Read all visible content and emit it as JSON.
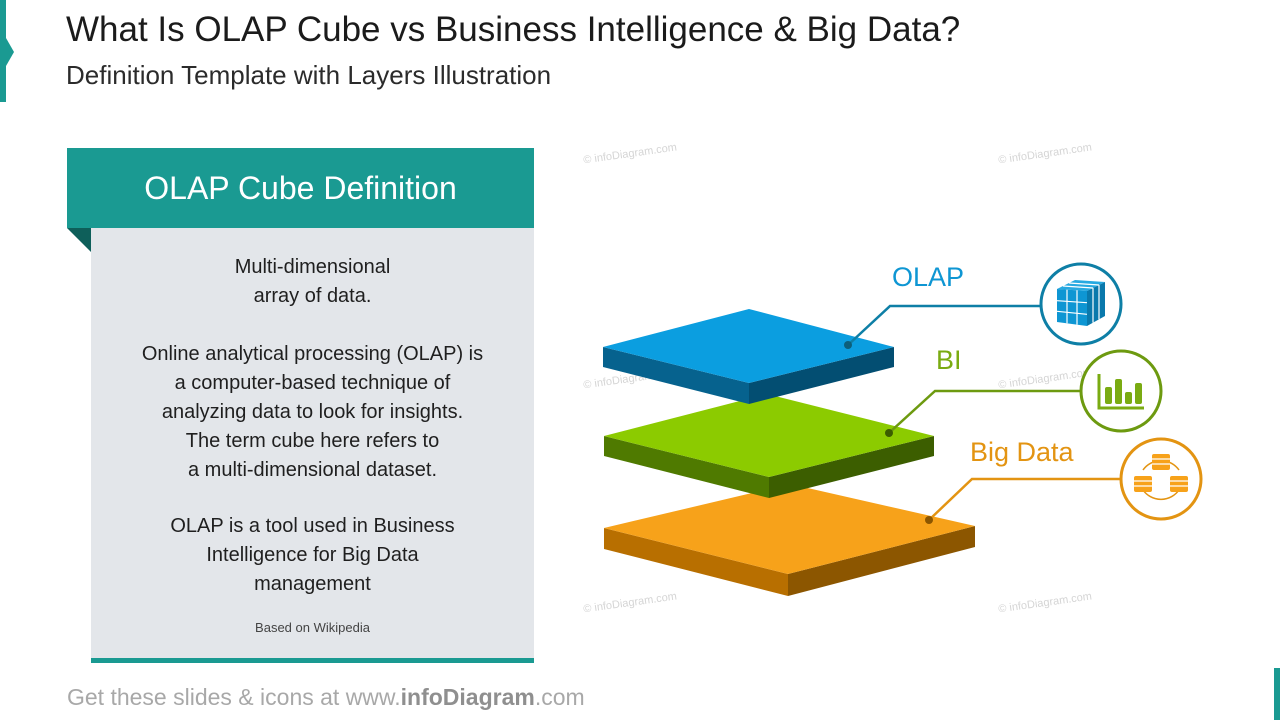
{
  "slide": {
    "title": "What Is OLAP Cube vs Business Intelligence & Big Data?",
    "subtitle": "Definition Template with Layers Illustration"
  },
  "definition": {
    "header": "OLAP Cube Definition",
    "paragraph1": [
      "Multi-dimensional",
      "array of data."
    ],
    "paragraph2": [
      "Online analytical processing (OLAP) is",
      "a computer-based technique of",
      "analyzing data to look for insights.",
      "The term cube here refers to",
      "a multi-dimensional dataset."
    ],
    "paragraph3": [
      "OLAP is a tool used in Business",
      "Intelligence for Big Data",
      "management"
    ],
    "source": "Based on Wikipedia"
  },
  "layers": [
    {
      "name": "OLAP",
      "color": "#0e96d3",
      "icon": "cube-icon"
    },
    {
      "name": "BI",
      "color": "#7aab12",
      "icon": "bar-chart-icon"
    },
    {
      "name": "Big Data",
      "color": "#e39412",
      "icon": "database-icon"
    }
  ],
  "watermark": "© infoDiagram.com",
  "footer": {
    "prefix": "Get these slides & icons at www.",
    "brand": "infoDiagram",
    "suffix": ".com"
  }
}
